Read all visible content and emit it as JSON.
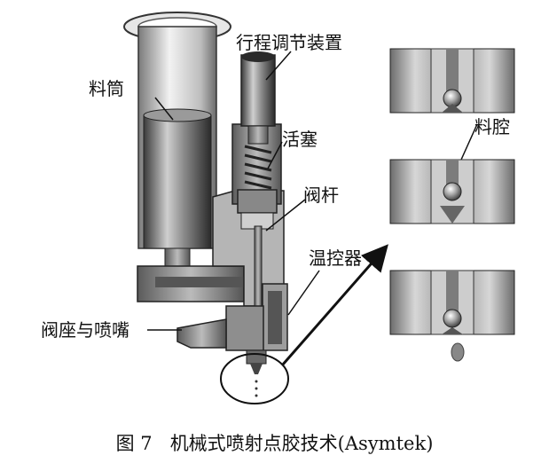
{
  "labels": {
    "barrel": "料筒",
    "stroke_adjuster": "行程调节装置",
    "piston": "活塞",
    "valve_rod": "阀杆",
    "temp_controller": "温控器",
    "valve_seat_nozzle": "阀座与喷嘴",
    "chamber": "料腔"
  },
  "caption": {
    "number": "图 7",
    "title": "机械式喷射点胶技术(Asymtek)"
  }
}
